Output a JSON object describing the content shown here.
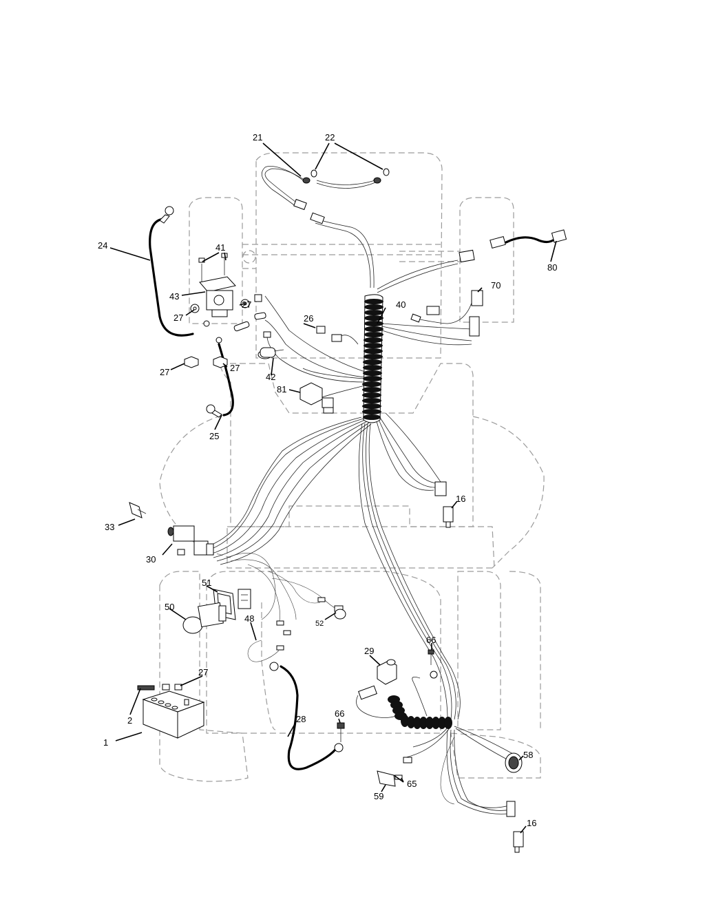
{
  "callouts": {
    "c1": "1",
    "c2": "2",
    "c16a": "16",
    "c16b": "16",
    "c21": "21",
    "c22": "22",
    "c24": "24",
    "c25": "25",
    "c26": "26",
    "c27a": "27",
    "c27b": "27",
    "c27c": "27",
    "c27d": "27",
    "c27e": "27",
    "c28": "28",
    "c29": "29",
    "c30": "30",
    "c33": "33",
    "c40": "40",
    "c41": "41",
    "c42": "42",
    "c43": "43",
    "c48": "48",
    "c50": "50",
    "c51": "51",
    "c52": "52",
    "c58": "58",
    "c59": "59",
    "c65": "65",
    "c66a": "66",
    "c66b": "66",
    "c70": "70",
    "c80": "80",
    "c81": "81"
  },
  "colors": {
    "line": "#000000",
    "outline": "#9a9a9a",
    "background": "#ffffff"
  }
}
